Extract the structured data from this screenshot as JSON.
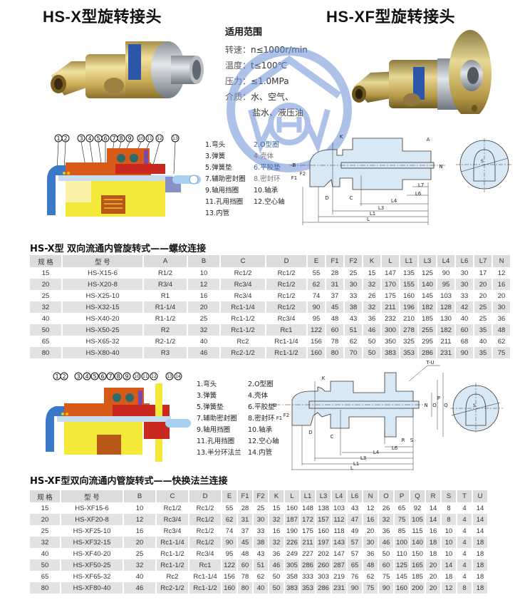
{
  "header": {
    "left_title": "HS-X型旋转接头",
    "right_title": "HS-XF型旋转接头"
  },
  "application_scope": {
    "heading": "适用范围",
    "lines": [
      {
        "label": "转速：",
        "value": "n≤1000r/min"
      },
      {
        "label": "温度：",
        "value": "t≤100℃"
      },
      {
        "label": "压力：",
        "value": "≤1.0MPa"
      },
      {
        "label": "介质：",
        "value": "水、空气、"
      },
      {
        "label": "",
        "value": "盐水、液压油"
      }
    ]
  },
  "diagram_x": {
    "callouts": [
      "1",
      "2",
      "3",
      "4",
      "5",
      "6",
      "7",
      "8",
      "9",
      "10",
      "11",
      "12",
      "13"
    ],
    "parts": [
      "1.弯头",
      "2.O型圈",
      "3.弹簧",
      "4.壳体",
      "5.弹簧垫",
      "6.平胶垫",
      "7.辅助密封圈",
      "8.密封环",
      "9.轴用挡圈",
      "10.轴承",
      "11.孔用挡圈",
      "12.空心轴",
      "13.内管"
    ],
    "dimension_labels": [
      "K",
      "A",
      "B",
      "F1",
      "F2",
      "N",
      "D",
      "C",
      "L7",
      "L6",
      "L4",
      "L3",
      "L1",
      "L",
      "S"
    ]
  },
  "table_x": {
    "title": "HS-X型  双向流通内管旋转式——螺纹连接",
    "headers": [
      "规 格",
      "型    号",
      "A",
      "B",
      "C",
      "D",
      "E",
      "F1",
      "F2",
      "K",
      "L",
      "L1",
      "L3",
      "L4",
      "L6",
      "L7",
      "N"
    ],
    "rows": [
      [
        "15",
        "HS-X15-6",
        "R1/2",
        "10",
        "Rc1/2",
        "Rc1/2",
        "55",
        "28",
        "25",
        "15",
        "147",
        "135",
        "125",
        "90",
        "30",
        "17",
        "12"
      ],
      [
        "20",
        "HS-X20-8",
        "R3/4",
        "12",
        "Rc3/4",
        "Rc1/2",
        "62",
        "31",
        "30",
        "32",
        "170",
        "155",
        "140",
        "95",
        "30",
        "20",
        "16"
      ],
      [
        "25",
        "HS-X25-10",
        "R1",
        "16",
        "Rc3/4",
        "Rc1/2",
        "74",
        "37",
        "33",
        "26",
        "175",
        "160",
        "145",
        "103",
        "33",
        "20",
        "20"
      ],
      [
        "32",
        "HS-X32-15",
        "R1-1/4",
        "20",
        "Rc1-1/4",
        "Rc1/2",
        "90",
        "45",
        "38",
        "32",
        "211",
        "196",
        "182",
        "128",
        "42",
        "25",
        "30"
      ],
      [
        "40",
        "HS-X40-20",
        "R1-1/2",
        "25",
        "Rc1-1/2",
        "Rc3/4",
        "95",
        "48",
        "43",
        "36",
        "232",
        "210",
        "185",
        "130",
        "40",
        "25",
        "36"
      ],
      [
        "50",
        "HS-X50-25",
        "R2",
        "32",
        "Rc1-1/2",
        "Rc1",
        "122",
        "60",
        "51",
        "46",
        "300",
        "278",
        "255",
        "182",
        "60",
        "35",
        "48"
      ],
      [
        "65",
        "HS-X65-32",
        "R2-1/2",
        "40",
        "Rc2",
        "Rc1-1/4",
        "156",
        "78",
        "62",
        "50",
        "350",
        "325",
        "295",
        "211",
        "68",
        "40",
        "62"
      ],
      [
        "80",
        "HS-X80-40",
        "R3",
        "46",
        "Rc2-1/2",
        "Rc1-1/2",
        "160",
        "80",
        "70",
        "50",
        "383",
        "353",
        "286",
        "231",
        "90",
        "35",
        "75"
      ]
    ]
  },
  "diagram_xf": {
    "callouts": [
      "1",
      "2",
      "3",
      "4",
      "5",
      "6",
      "7",
      "8",
      "9",
      "10",
      "11",
      "12",
      "13",
      "14"
    ],
    "parts": [
      "1.弯头",
      "2.O型圈",
      "3.弹簧",
      "4.壳体",
      "5.弹簧垫",
      "6.平胶垫",
      "7.辅助密封圈",
      "8.密封环",
      "9.轴用挡圈",
      "10.轴承",
      "11.孔用挡圈",
      "12.空心轴",
      "13.半分环法兰",
      "14.内管"
    ],
    "dimension_labels": [
      "T-U",
      "K",
      "B",
      "F1",
      "F2",
      "N",
      "O",
      "P",
      "Q",
      "D",
      "C",
      "R",
      "S",
      "L6",
      "L4",
      "L3",
      "L1",
      "L"
    ]
  },
  "table_xf": {
    "title": "HS-XF型双向流通内管旋转式——快换法兰连接",
    "headers": [
      "规 格",
      "型    号",
      "B",
      "C",
      "D",
      "E",
      "F1",
      "F2",
      "K",
      "L",
      "L1",
      "L3",
      "L4",
      "L6",
      "N",
      "O",
      "P",
      "Q",
      "R",
      "S",
      "T",
      "U"
    ],
    "rows": [
      [
        "15",
        "HS-XF15-6",
        "10",
        "Rc1/2",
        "Rc1/2",
        "55",
        "28",
        "25",
        "15",
        "160",
        "148",
        "138",
        "103",
        "43",
        "12",
        "26",
        "65",
        "92",
        "14",
        "8",
        "4",
        "14"
      ],
      [
        "20",
        "HS-XF20-8",
        "12",
        "Rc3/4",
        "Rc1/2",
        "62",
        "31",
        "30",
        "32",
        "187",
        "172",
        "157",
        "112",
        "47",
        "16",
        "32",
        "75",
        "105",
        "14",
        "8",
        "4",
        "14"
      ],
      [
        "25",
        "HS-XF25-10",
        "16",
        "Rc3/4",
        "Rc1/2",
        "74",
        "37",
        "33",
        "16",
        "190",
        "175",
        "160",
        "118",
        "49",
        "20",
        "36",
        "85",
        "115",
        "16",
        "10",
        "4",
        "14"
      ],
      [
        "32",
        "HS-XF32-15",
        "20",
        "Rc1-1/4",
        "Rc1/2",
        "90",
        "45",
        "38",
        "32",
        "226",
        "211",
        "197",
        "143",
        "57",
        "30",
        "46",
        "100",
        "140",
        "18",
        "10",
        "4",
        "18"
      ],
      [
        "40",
        "HS-XF40-20",
        "25",
        "Rc1-1/2",
        "Rc3/4",
        "95",
        "48",
        "43",
        "36",
        "249",
        "227",
        "202",
        "147",
        "57",
        "36",
        "50",
        "110",
        "150",
        "18",
        "10",
        "4",
        "18"
      ],
      [
        "50",
        "HS-XF50-25",
        "32",
        "Rc1-1/2",
        "Rc1",
        "122",
        "60",
        "51",
        "46",
        "305",
        "286",
        "260",
        "287",
        "65",
        "48",
        "60",
        "125",
        "165",
        "20",
        "14",
        "4",
        "18"
      ],
      [
        "65",
        "HS-XF65-32",
        "40",
        "Rc2",
        "Rc1-1/4",
        "156",
        "78",
        "62",
        "50",
        "358",
        "333",
        "303",
        "219",
        "76",
        "62",
        "75",
        "145",
        "185",
        "20",
        "18",
        "4",
        "18"
      ],
      [
        "80",
        "HS-XF80-40",
        "46",
        "Rc2-1/2",
        "Rc1-1/2",
        "160",
        "80",
        "40",
        "50",
        "383",
        "353",
        "286",
        "231",
        "90",
        "75",
        "90",
        "160",
        "200",
        "20",
        "12",
        "8",
        "18"
      ]
    ]
  },
  "colors": {
    "watermark": "#6d8fd6",
    "drawing_fill": "#d8e8f4",
    "table_header_bg": "#dcdcdc",
    "table_alt_row_bg": "#e2e2e2",
    "brass": "#c8a84a"
  }
}
